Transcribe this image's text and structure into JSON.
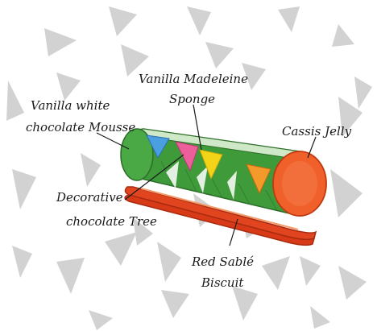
{
  "labels": {
    "sponge_line1": "Vanilla Madeleine",
    "sponge_line2": "Sponge",
    "mousse_line1": "Vanilla white",
    "mousse_line2": "chocolate Mousse",
    "jelly": "Cassis Jelly",
    "tree_line1": "Decorative",
    "tree_line2": "chocolate Tree",
    "biscuit_line1": "Red Sablé",
    "biscuit_line2": "Biscuit"
  },
  "colors": {
    "mousse_green": "#3f9a3a",
    "mousse_light": "#cfe8c8",
    "jelly_orange": "#f0602a",
    "biscuit_red": "#e04520",
    "tree_blue": "#4a9fe0",
    "tree_pink": "#ec5f9a",
    "tree_yellow": "#f4d418",
    "tree_orange": "#f39a2a",
    "background_shapes": "#d2d2d2",
    "text": "#1a1a1a"
  }
}
